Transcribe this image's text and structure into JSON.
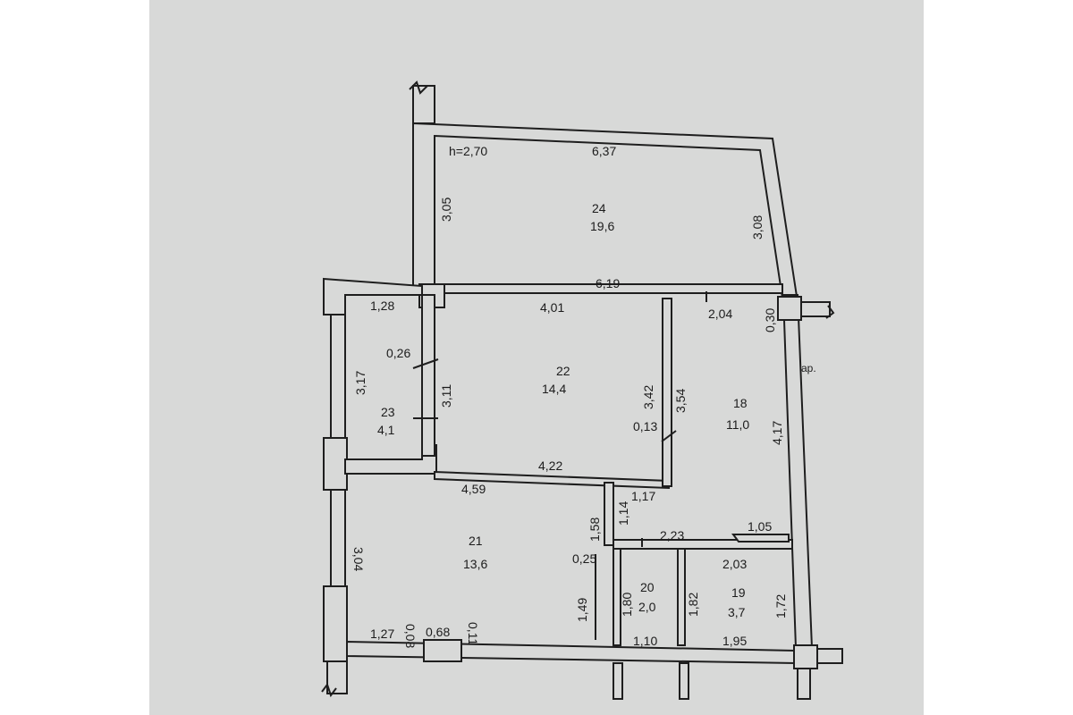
{
  "ceiling_height": "h=2,70",
  "rooms": [
    {
      "id": "24",
      "area": "19,6"
    },
    {
      "id": "22",
      "area": "14,4"
    },
    {
      "id": "23",
      "area": "4,1"
    },
    {
      "id": "18",
      "area": "11,0"
    },
    {
      "id": "21",
      "area": "13,6"
    },
    {
      "id": "20",
      "area": "2,0"
    },
    {
      "id": "19",
      "area": "3,7"
    }
  ],
  "dimensions": {
    "d637": "6,37",
    "d305": "3,05",
    "d308": "3,08",
    "d619": "6,19",
    "d128": "1,28",
    "d401": "4,01",
    "d204": "2,04",
    "d030": "0,30",
    "d026": "0,26",
    "d317": "3,17",
    "d311": "3,11",
    "d342": "3,42",
    "d354": "3,54",
    "d013": "0,13",
    "d417": "4,17",
    "d422": "4,22",
    "d459": "4,59",
    "d117": "1,17",
    "d158": "1,58",
    "d114": "1,14",
    "d223": "2,23",
    "d105": "1,05",
    "d203": "2,03",
    "d304": "3,04",
    "d025": "0,25",
    "d149": "1,49",
    "d180": "1,80",
    "d182": "1,82",
    "d172": "1,72",
    "d127": "1,27",
    "d008": "0,08",
    "d068": "0,68",
    "d011": "0,11",
    "d110": "1,10",
    "d195": "1,95"
  },
  "annotations": {
    "ap": "ар."
  }
}
